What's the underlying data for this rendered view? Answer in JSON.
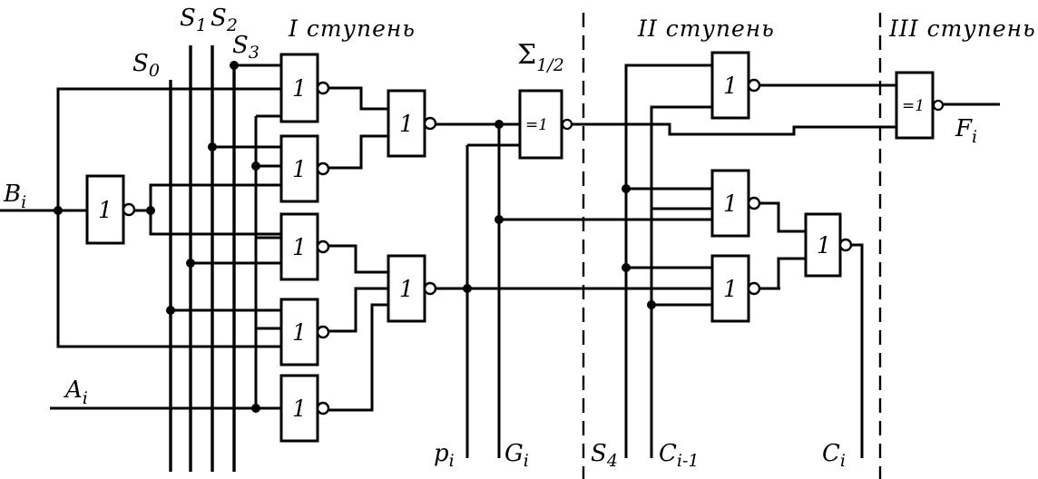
{
  "stages": {
    "stage1": "I ступень",
    "stage2": "II ступень",
    "stage3": "III ступень"
  },
  "labels": {
    "Bi": {
      "base": "B",
      "sub": "i"
    },
    "Ai": {
      "base": "A",
      "sub": "i"
    },
    "S0": {
      "base": "S",
      "sub": "0"
    },
    "S1": {
      "base": "S",
      "sub": "1"
    },
    "S2": {
      "base": "S",
      "sub": "2"
    },
    "S3": {
      "base": "S",
      "sub": "3"
    },
    "S4": {
      "base": "S",
      "sub": "4"
    },
    "Pi": {
      "base": "p",
      "sub": "i"
    },
    "Gi": {
      "base": "G",
      "sub": "i"
    },
    "Ci1": {
      "base": "C",
      "sub": "i-1"
    },
    "Ci": {
      "base": "C",
      "sub": "i"
    },
    "Fi": {
      "base": "F",
      "sub": "i"
    },
    "sum": {
      "base": "Σ",
      "sub": "1/2"
    }
  },
  "gate_symbols": {
    "or_nor": "1",
    "xor": "=1"
  },
  "gates": [
    {
      "id": "inv-b",
      "symbol": "or_nor",
      "stage": "input"
    },
    {
      "id": "g1",
      "symbol": "or_nor",
      "stage": "stage1"
    },
    {
      "id": "g2",
      "symbol": "or_nor",
      "stage": "stage1"
    },
    {
      "id": "g3",
      "symbol": "or_nor",
      "stage": "stage1"
    },
    {
      "id": "g4",
      "symbol": "or_nor",
      "stage": "stage1"
    },
    {
      "id": "g5",
      "symbol": "or_nor",
      "stage": "stage1"
    },
    {
      "id": "n1",
      "symbol": "or_nor",
      "stage": "stage1"
    },
    {
      "id": "n2",
      "symbol": "or_nor",
      "stage": "stage1"
    },
    {
      "id": "x1",
      "symbol": "xor",
      "stage": "stage1"
    },
    {
      "id": "t1",
      "symbol": "or_nor",
      "stage": "stage2"
    },
    {
      "id": "t2",
      "symbol": "or_nor",
      "stage": "stage2"
    },
    {
      "id": "t3",
      "symbol": "or_nor",
      "stage": "stage2"
    },
    {
      "id": "t4",
      "symbol": "or_nor",
      "stage": "stage2"
    },
    {
      "id": "x2",
      "symbol": "xor",
      "stage": "stage3"
    }
  ]
}
